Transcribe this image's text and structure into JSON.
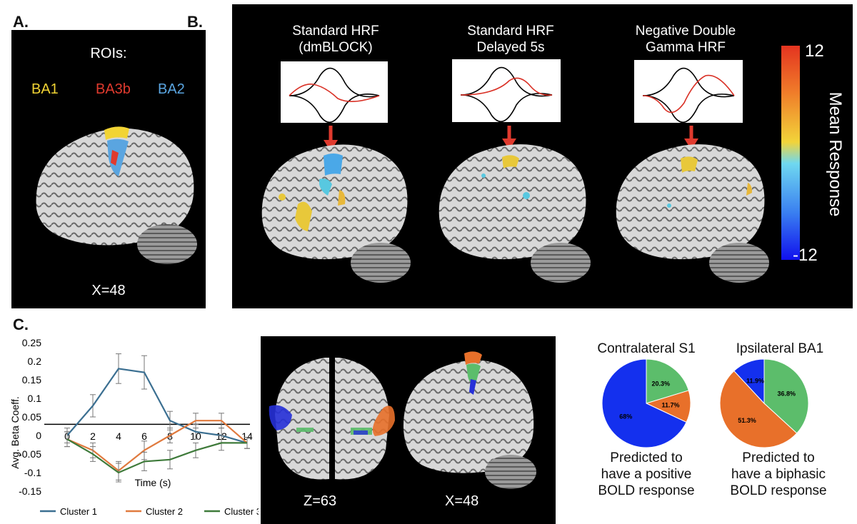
{
  "panels": {
    "a": {
      "letter": "A.",
      "rois_title": "ROIs:",
      "rois": [
        {
          "label": "BA1",
          "color": "#f2d434"
        },
        {
          "label": "BA3b",
          "color": "#e03a2e"
        },
        {
          "label": "BA2",
          "color": "#5aa5e0"
        }
      ],
      "coord": "X=48"
    },
    "b": {
      "letter": "B.",
      "hrf_models": [
        {
          "title_line1": "Standard HRF",
          "title_line2": "(dmBLOCK)"
        },
        {
          "title_line1": "Standard HRF",
          "title_line2": "Delayed 5s"
        },
        {
          "title_line1": "Negative Double",
          "title_line2": "Gamma HRF"
        }
      ],
      "colorbar": {
        "max": "12",
        "min": "-12",
        "label": "Mean Response"
      }
    },
    "c": {
      "letter": "C.",
      "brain_coords": [
        "Z=63",
        "X=48"
      ]
    }
  },
  "chart_data": [
    {
      "type": "line",
      "ylabel": "Avg. Beta Coeff.",
      "xlabel": "Time (s)",
      "x": [
        0,
        2,
        4,
        6,
        8,
        10,
        12,
        14
      ],
      "xticks": [
        "0",
        "2",
        "4",
        "6",
        "8",
        "10",
        "12",
        "14"
      ],
      "yticks": [
        "0.25",
        "0.2",
        "0.15",
        "0.1",
        "0.05",
        "0",
        "-0.05",
        "-0.1",
        "-0.15"
      ],
      "ylim": [
        -0.15,
        0.25
      ],
      "xlim": [
        0,
        14
      ],
      "reference_line_y": 0.03,
      "series": [
        {
          "name": "Cluster 1",
          "color": "#3b6f91",
          "values": [
            0.0,
            0.08,
            0.18,
            0.17,
            0.04,
            0.01,
            0.0,
            -0.02
          ],
          "err": [
            0.02,
            0.03,
            0.04,
            0.045,
            0.025,
            0.02,
            0.02,
            0.015
          ]
        },
        {
          "name": "Cluster 2",
          "color": "#e07a3e",
          "values": [
            -0.01,
            -0.04,
            -0.095,
            -0.04,
            0.0,
            0.04,
            0.04,
            -0.02
          ],
          "err": [
            0.02,
            0.02,
            0.025,
            0.025,
            0.02,
            0.02,
            0.02,
            0.015
          ]
        },
        {
          "name": "Cluster 3",
          "color": "#3e7a3a",
          "values": [
            -0.01,
            -0.05,
            -0.1,
            -0.07,
            -0.065,
            -0.04,
            -0.02,
            -0.02
          ],
          "err": [
            0.02,
            0.02,
            0.025,
            0.025,
            0.025,
            0.02,
            0.02,
            0.015
          ]
        }
      ]
    },
    {
      "type": "pie",
      "title": "Contralateral S1",
      "caption_lines": [
        "Predicted to",
        "have a positive",
        "BOLD response"
      ],
      "slices": [
        {
          "label": "20.3%",
          "value": 20.3,
          "color": "#5cbd6b"
        },
        {
          "label": "11.7%",
          "value": 11.7,
          "color": "#e8702a"
        },
        {
          "label": "68%",
          "value": 68,
          "color": "#1430ee"
        }
      ]
    },
    {
      "type": "pie",
      "title": "Ipsilateral BA1",
      "caption_lines": [
        "Predicted to",
        "have a biphasic",
        "BOLD response"
      ],
      "slices": [
        {
          "label": "36.8%",
          "value": 36.8,
          "color": "#5cbd6b"
        },
        {
          "label": "51.3%",
          "value": 51.3,
          "color": "#e8702a"
        },
        {
          "label": "11.9%",
          "value": 11.9,
          "color": "#1430ee"
        }
      ]
    }
  ]
}
